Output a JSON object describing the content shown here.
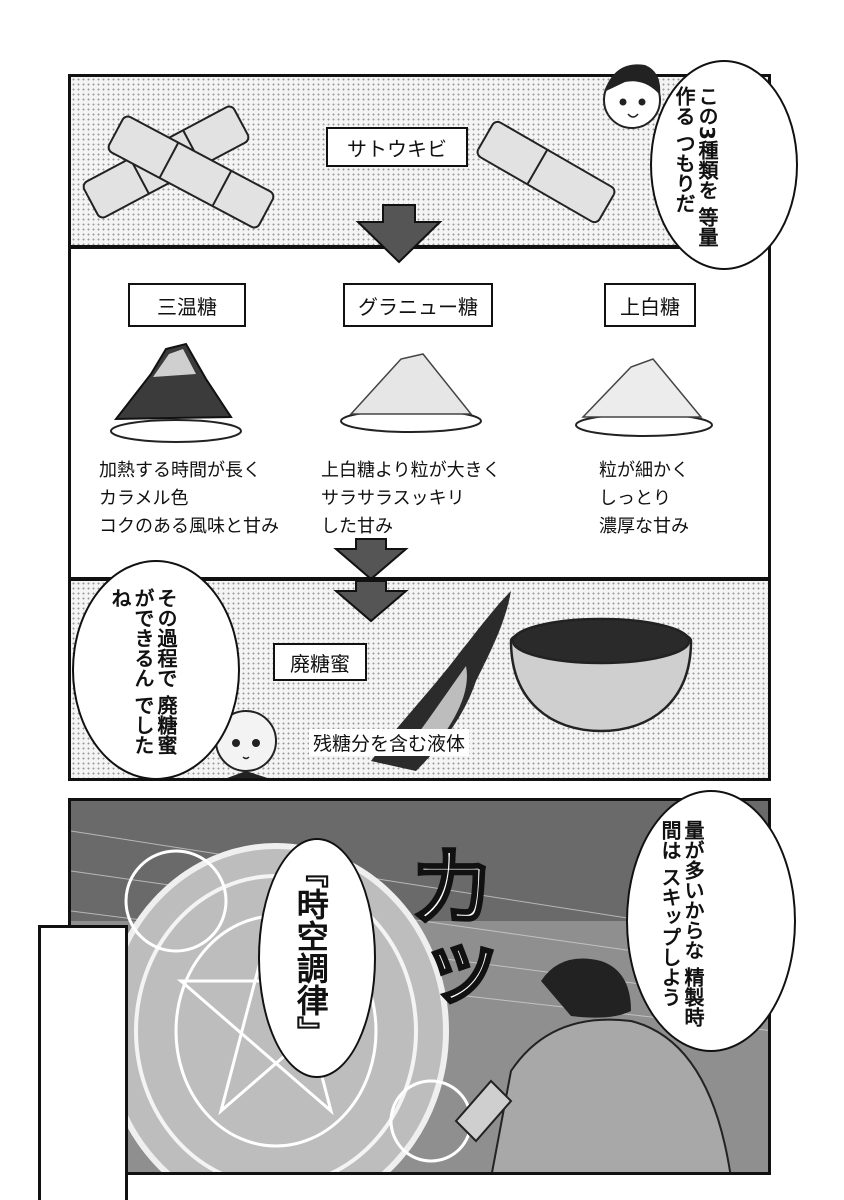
{
  "top_panel": {
    "cane_label": "サトウキビ"
  },
  "sugars": [
    {
      "name": "三温糖",
      "desc": [
        "加熱する時間が長く",
        "カラメル色",
        "コクのある風味と甘み"
      ]
    },
    {
      "name": "グラニュー糖",
      "desc": [
        "上白糖より粒が大きく",
        "サラサラスッキリ",
        "した甘み"
      ]
    },
    {
      "name": "上白糖",
      "desc": [
        "粒が細かく",
        "しっとり",
        "濃厚な甘み"
      ]
    }
  ],
  "molasses_panel": {
    "label": "廃糖蜜",
    "caption": "残糖分を含む液体"
  },
  "speech": {
    "boy_top": [
      "この3種類を",
      "等量作る",
      "つもりだ"
    ],
    "girl": [
      "その過程で",
      "廃糖蜜ができるん",
      "でしたね"
    ],
    "boy_bottom": [
      "量が多いからな",
      "精製時間は",
      "スキップしよう"
    ],
    "spell": "『時空調律』"
  },
  "sfx": "カッ"
}
